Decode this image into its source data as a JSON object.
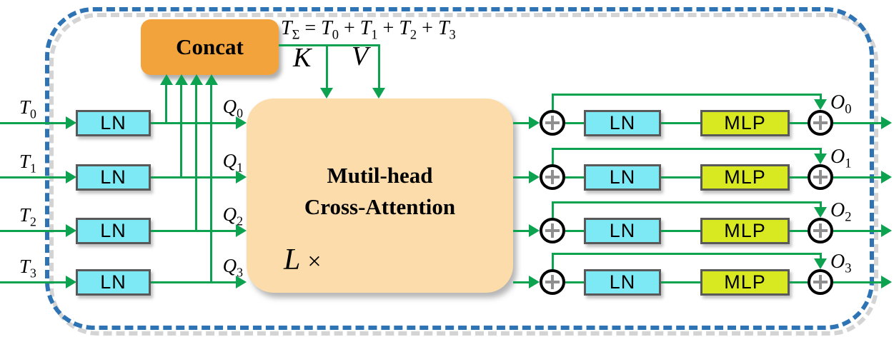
{
  "colors": {
    "green": "#0ca24f",
    "cyan": "#7ce9f4",
    "mlp_green": "#d8e821",
    "orange": "#f2a33c",
    "peach": "#fcdcaa",
    "border_blue": "#2e74b5",
    "box_border_gray": "#595959",
    "plus_gray": "#8f8f8f"
  },
  "concat": {
    "label": "Concat"
  },
  "attention": {
    "title_line1": "Mutil-head",
    "title_line2": "Cross-Attention",
    "loop": {
      "base": "L",
      "times": "×"
    }
  },
  "kv": {
    "k_label": "K",
    "v_label": "V"
  },
  "formula": {
    "parts": [
      {
        "b": "T",
        "s": "Σ"
      },
      {
        "t": "="
      },
      {
        "b": "T",
        "s": "0"
      },
      {
        "t": "+"
      },
      {
        "b": "T",
        "s": "1"
      },
      {
        "t": "+"
      },
      {
        "b": "T",
        "s": "2"
      },
      {
        "t": "+"
      },
      {
        "b": "T",
        "s": "3"
      }
    ]
  },
  "rows": [
    {
      "input": {
        "b": "T",
        "s": "0"
      },
      "ln_left": "LN",
      "query": {
        "b": "Q",
        "s": "0"
      },
      "ln_right": "LN",
      "mlp": "MLP",
      "output": {
        "b": "O",
        "s": "0"
      }
    },
    {
      "input": {
        "b": "T",
        "s": "1"
      },
      "ln_left": "LN",
      "query": {
        "b": "Q",
        "s": "1"
      },
      "ln_right": "LN",
      "mlp": "MLP",
      "output": {
        "b": "O",
        "s": "1"
      }
    },
    {
      "input": {
        "b": "T",
        "s": "2"
      },
      "ln_left": "LN",
      "query": {
        "b": "Q",
        "s": "2"
      },
      "ln_right": "LN",
      "mlp": "MLP",
      "output": {
        "b": "O",
        "s": "2"
      }
    },
    {
      "input": {
        "b": "T",
        "s": "3"
      },
      "ln_left": "LN",
      "query": {
        "b": "Q",
        "s": "3"
      },
      "ln_right": "LN",
      "mlp": "MLP",
      "output": {
        "b": "O",
        "s": "3"
      }
    }
  ]
}
